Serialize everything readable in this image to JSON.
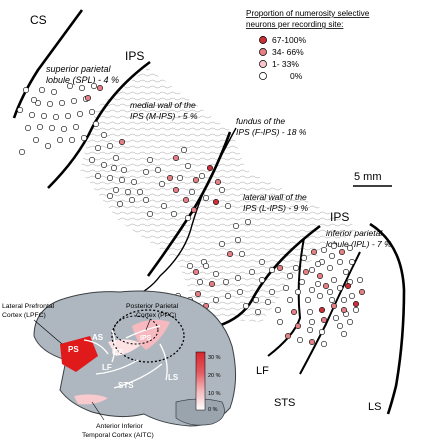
{
  "legend": {
    "title_line1": "Proportion of numerosity selective",
    "title_line2": "neurons per recording site:",
    "items": [
      {
        "label": "67-100%",
        "color": "#c8303a"
      },
      {
        "label": "34- 66%",
        "color": "#e47f86"
      },
      {
        "label": "1- 33%",
        "color": "#f6c6cb"
      },
      {
        "label": "0%",
        "color": "#ffffff"
      }
    ]
  },
  "scale_bar": "5 mm",
  "sulci": {
    "cs": "CS",
    "ips_top": "IPS",
    "ips_right": "IPS",
    "lf": "LF",
    "sts": "STS",
    "ls": "LS"
  },
  "regions": {
    "spl_l1": "superior parietal",
    "spl_l2": "lobule (SPL) - 4 %",
    "mips_l1": "medial wall of the",
    "mips_l2": "IPS (M-IPS) - 5 %",
    "fips_l1": "fundus of the",
    "fips_l2": "IPS (F-IPS) - 18 %",
    "lips_l1": "lateral wall of the",
    "lips_l2": "IPS (L-IPS) - 9 %",
    "ipl_l1": "inferior parietal",
    "ipl_l2": "lobule (IPL) - 7 %"
  },
  "brain": {
    "lpfc_l1": "Lateral Prefrontal",
    "lpfc_l2": "Cortex (LPFC)",
    "ppc_l1": "Posterior Parietal",
    "ppc_l2": "Cortex (PPC)",
    "aitc_l1": "Anterior Inferior",
    "aitc_l2": "Temporal Cortex (AITC)",
    "ps": "PS",
    "as": "AS",
    "cs": "CS",
    "ips": "IPS",
    "lf": "LF",
    "ls": "LS",
    "sts": "STS"
  },
  "colorbar": {
    "ticks": [
      "30 %",
      "20 %",
      "10 %",
      "0 %"
    ],
    "colors": [
      "#d7262e",
      "#e45a62",
      "#ef9aa0",
      "#f6c6cb",
      "#ffffff"
    ]
  },
  "sites": [
    {
      "c": 0
    },
    {
      "c": 0
    },
    {
      "c": 0
    },
    {
      "c": 0
    },
    {
      "c": 0
    },
    {
      "c": 0
    },
    {
      "c": 0
    },
    {
      "c": 0
    },
    {
      "c": 0
    },
    {
      "c": 0
    },
    {
      "c": 0
    },
    {
      "c": 0
    },
    {
      "c": 0
    },
    {
      "c": 0
    },
    {
      "c": 2
    },
    {
      "c": 0
    },
    {
      "c": 0
    },
    {
      "c": 0
    },
    {
      "c": 0
    },
    {
      "c": 0
    },
    {
      "c": 0
    },
    {
      "c": 0
    },
    {
      "c": 0
    },
    {
      "c": 0
    },
    {
      "c": 2
    },
    {
      "c": 0
    },
    {
      "c": 0
    },
    {
      "c": 0
    },
    {
      "c": 0
    },
    {
      "c": 0
    },
    {
      "c": 0
    },
    {
      "c": 0
    },
    {
      "c": 0
    },
    {
      "c": 2
    },
    {
      "c": 0
    },
    {
      "c": 0
    },
    {
      "c": 0
    },
    {
      "c": 0
    },
    {
      "c": 0
    },
    {
      "c": 0
    },
    {
      "c": 0
    },
    {
      "c": 0
    },
    {
      "c": 0
    },
    {
      "c": 0
    },
    {
      "c": 0
    },
    {
      "c": 0
    },
    {
      "c": 0
    },
    {
      "c": 2
    },
    {
      "c": 0
    },
    {
      "c": 0
    },
    {
      "c": 2
    },
    {
      "c": 0
    },
    {
      "c": 2
    },
    {
      "c": 0
    },
    {
      "c": 2
    },
    {
      "c": 0
    },
    {
      "c": 0
    },
    {
      "c": 2
    },
    {
      "c": 0
    },
    {
      "c": 0
    },
    {
      "c": 2
    },
    {
      "c": 0
    },
    {
      "c": 3
    },
    {
      "c": 0
    },
    {
      "c": 2
    },
    {
      "c": 0
    },
    {
      "c": 3
    },
    {
      "c": 0
    },
    {
      "c": 0
    },
    {
      "c": 0
    },
    {
      "c": 0
    },
    {
      "c": 0
    },
    {
      "c": 2
    },
    {
      "c": 0
    },
    {
      "c": 0
    },
    {
      "c": 0
    },
    {
      "c": 2
    },
    {
      "c": 0
    },
    {
      "c": 0
    },
    {
      "c": 2
    },
    {
      "c": 0
    },
    {
      "c": 2
    },
    {
      "c": 0
    },
    {
      "c": 0
    },
    {
      "c": 0
    },
    {
      "c": 0
    },
    {
      "c": 0
    },
    {
      "c": 0
    },
    {
      "c": 0
    },
    {
      "c": 0
    },
    {
      "c": 0
    },
    {
      "c": 0
    },
    {
      "c": 0
    },
    {
      "c": 0
    },
    {
      "c": 0
    },
    {
      "c": 0
    },
    {
      "c": 2
    },
    {
      "c": 0
    },
    {
      "c": 0
    },
    {
      "c": 0
    },
    {
      "c": 0
    },
    {
      "c": 0
    },
    {
      "c": 0
    },
    {
      "c": 0
    },
    {
      "c": 0
    },
    {
      "c": 0
    },
    {
      "c": 3
    },
    {
      "c": 2
    },
    {
      "c": 0
    },
    {
      "c": 0
    },
    {
      "c": 0
    },
    {
      "c": 2
    },
    {
      "c": 0
    },
    {
      "c": 0
    },
    {
      "c": 0
    },
    {
      "c": 2
    },
    {
      "c": 0
    },
    {
      "c": 0
    },
    {
      "c": 2
    },
    {
      "c": 0
    },
    {
      "c": 0
    },
    {
      "c": 2
    },
    {
      "c": 0
    },
    {
      "c": 2
    },
    {
      "c": 0
    },
    {
      "c": 0
    },
    {
      "c": 2
    },
    {
      "c": 0
    },
    {
      "c": 3
    },
    {
      "c": 0
    },
    {
      "c": 0
    },
    {
      "c": 2
    },
    {
      "c": 0
    },
    {
      "c": 3
    },
    {
      "c": 0
    },
    {
      "c": 0
    },
    {
      "c": 2
    },
    {
      "c": 0
    },
    {
      "c": 0
    },
    {
      "c": 0
    },
    {
      "c": 0
    },
    {
      "c": 2
    },
    {
      "c": 0
    },
    {
      "c": 0
    },
    {
      "c": 2
    },
    {
      "c": 0
    },
    {
      "c": 0
    },
    {
      "c": 2
    },
    {
      "c": 0
    },
    {
      "c": 2
    },
    {
      "c": 0
    },
    {
      "c": 0
    },
    {
      "c": 0
    },
    {
      "c": 0
    },
    {
      "c": 0
    },
    {
      "c": 0
    },
    {
      "c": 0
    },
    {
      "c": 2
    },
    {
      "c": 0
    },
    {
      "c": 0
    },
    {
      "c": 0
    },
    {
      "c": 0
    },
    {
      "c": 0
    },
    {
      "c": 0
    },
    {
      "c": 0
    },
    {
      "c": 0
    },
    {
      "c": 0
    },
    {
      "c": 0
    },
    {
      "c": 0
    },
    {
      "c": 0
    }
  ]
}
